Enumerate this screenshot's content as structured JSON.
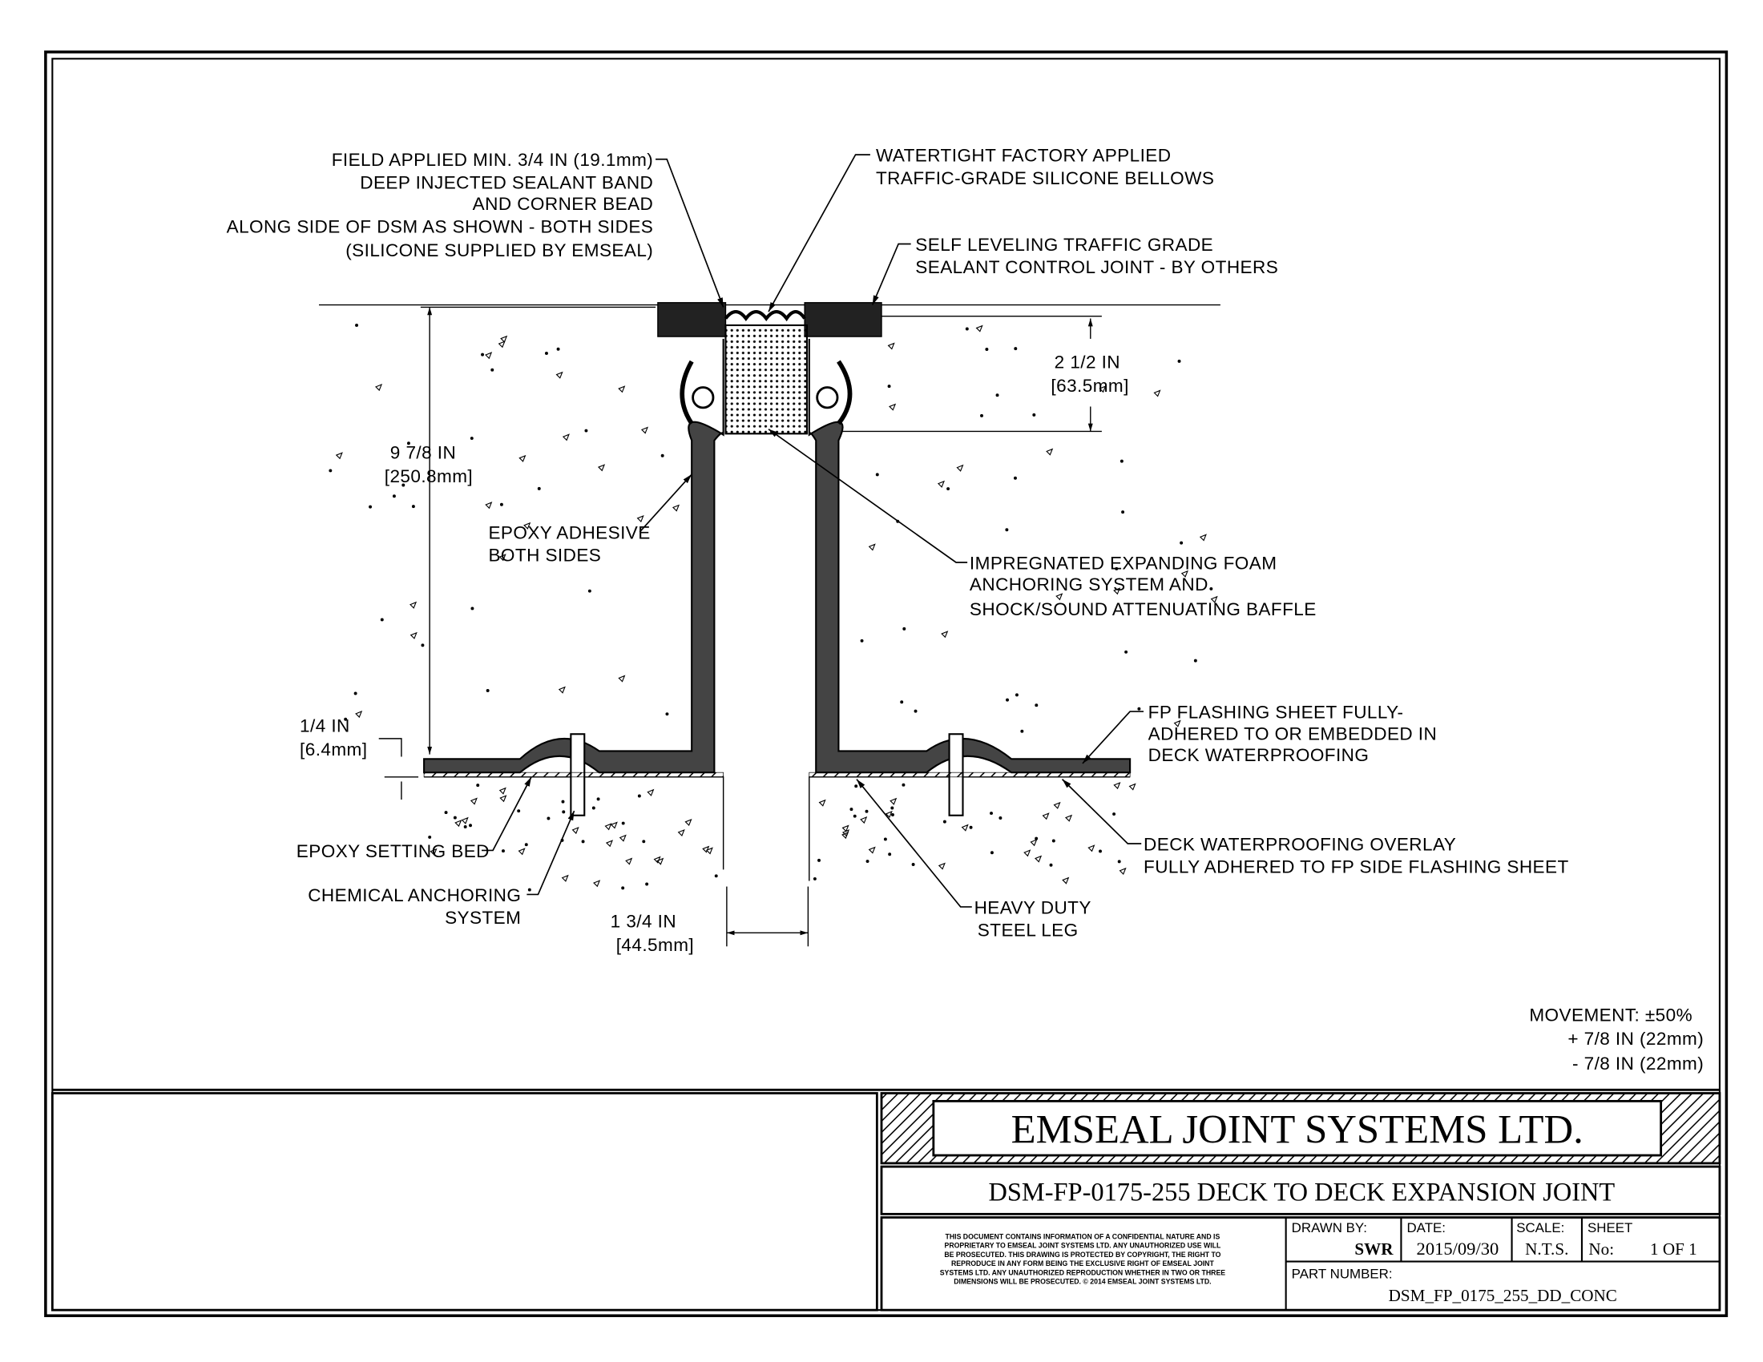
{
  "labels": {
    "field_applied": [
      "FIELD APPLIED MIN. 3/4 IN (19.1mm)",
      "DEEP INJECTED SEALANT BAND",
      "AND CORNER BEAD",
      "ALONG SIDE OF DSM AS SHOWN - BOTH SIDES",
      "(SILICONE SUPPLIED BY EMSEAL)"
    ],
    "bellows": [
      "WATERTIGHT FACTORY APPLIED",
      "TRAFFIC-GRADE SILICONE BELLOWS"
    ],
    "self_leveling": [
      "SELF LEVELING TRAFFIC GRADE",
      "SEALANT CONTROL JOINT - BY OTHERS"
    ],
    "dim_2_5": [
      "2 1/2 IN",
      "[63.5mm]"
    ],
    "dim_9_875": [
      "9 7/8 IN",
      "[250.8mm]"
    ],
    "epoxy_adhesive": [
      "EPOXY ADHESIVE",
      "BOTH SIDES"
    ],
    "foam": [
      "IMPREGNATED EXPANDING FOAM",
      "ANCHORING SYSTEM AND",
      "SHOCK/SOUND ATTENUATING BAFFLE"
    ],
    "dim_0_25": [
      "1/4 IN",
      "[6.4mm]"
    ],
    "fp_flashing": [
      "FP FLASHING SHEET FULLY-",
      "ADHERED TO OR EMBEDDED IN",
      "DECK WATERPROOFING"
    ],
    "epoxy_bed": [
      "EPOXY SETTING BED"
    ],
    "chemical_anchor": [
      "CHEMICAL ANCHORING",
      "SYSTEM"
    ],
    "dim_1_75": [
      "1 3/4 IN",
      "[44.5mm]"
    ],
    "steel_leg": [
      "HEAVY DUTY",
      "STEEL LEG"
    ],
    "overlay": [
      "DECK WATERPROOFING OVERLAY",
      "FULLY ADHERED TO FP SIDE FLASHING SHEET"
    ],
    "movement": [
      "MOVEMENT: ±50%",
      "+ 7/8 IN (22mm)",
      "- 7/8 IN (22mm)"
    ]
  },
  "title_block": {
    "company": "EMSEAL JOINT SYSTEMS LTD.",
    "drawing_title": "DSM-FP-0175-255 DECK TO DECK EXPANSION JOINT",
    "legal": [
      "THIS DOCUMENT CONTAINS INFORMATION OF A CONFIDENTIAL NATURE AND IS",
      "PROPRIETARY TO EMSEAL JOINT SYSTEMS LTD. ANY UNAUTHORIZED USE WILL",
      "BE PROSECUTED. THIS DRAWING IS PROTECTED BY COPYRIGHT, THE RIGHT TO",
      "REPRODUCE IN ANY FORM BEING THE EXCLUSIVE RIGHT OF EMSEAL JOINT",
      "SYSTEMS LTD. ANY UNAUTHORIZED REPRODUCTION WHETHER IN TWO OR THREE",
      "DIMENSIONS WILL BE PROSECUTED. © 2014 EMSEAL JOINT SYSTEMS LTD."
    ],
    "drawn_by_label": "DRAWN BY:",
    "drawn_by": "SWR",
    "date_label": "DATE:",
    "date": "2015/09/30",
    "scale_label": "SCALE:",
    "scale": "N.T.S.",
    "sheet_label": "SHEET",
    "sheet_no_label": "No:",
    "sheet": "1 OF 1",
    "part_number_label": "PART NUMBER:",
    "part_number": "DSM_FP_0175_255_DD_CONC"
  }
}
